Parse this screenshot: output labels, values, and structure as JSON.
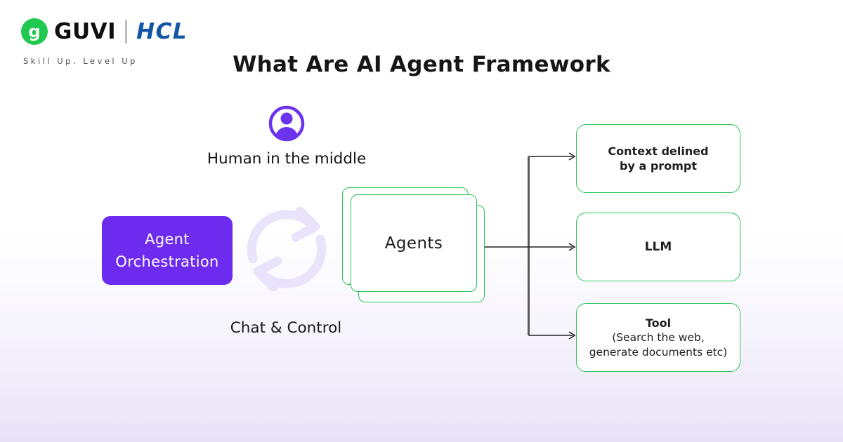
{
  "brand": {
    "guvi": "GUVI",
    "guvi_glyph": "g",
    "hcl": "HCL",
    "tagline": "Skill Up. Level Up",
    "colors": {
      "guvi_green": "#1fc94f",
      "hcl_blue": "#1157a5"
    }
  },
  "title": "What Are AI Agent Framework",
  "diagram": {
    "human": {
      "label": "Human in the middle"
    },
    "orchestration": {
      "line1": "Agent",
      "line2": "Orchestration"
    },
    "chat_label": "Chat & Control",
    "agents": {
      "label": "Agents",
      "stack_count": 3
    },
    "outputs": {
      "context": {
        "line1": "Context delined",
        "line2": "by a prompt"
      },
      "llm": {
        "label": "LLM"
      },
      "tool": {
        "title": "Tool",
        "line1": "(Search the web,",
        "line2": "generate documents etc)"
      }
    },
    "colors": {
      "accent_purple": "#6c33ee",
      "orchestration_purple": "#6d2bf0",
      "card_border_green": "#2bc455",
      "connector_black": "#222222",
      "connector_gray": "#5a5a5a",
      "cycle_lavender": "#e9e4fb"
    }
  }
}
